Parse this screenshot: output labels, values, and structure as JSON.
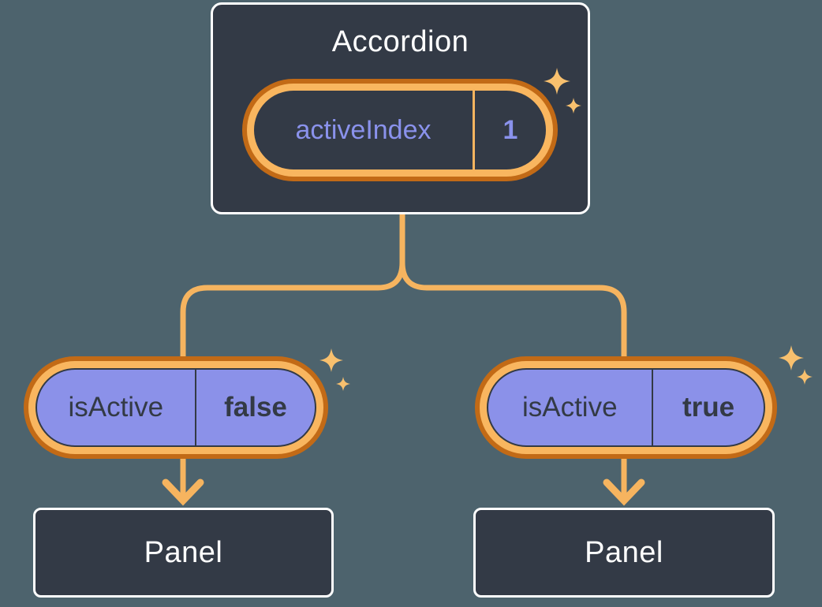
{
  "diagram": {
    "root": {
      "label": "Accordion",
      "prop": {
        "name": "activeIndex",
        "value": "1"
      }
    },
    "children": [
      {
        "prop": {
          "name": "isActive",
          "value": "false"
        },
        "child_label": "Panel"
      },
      {
        "prop": {
          "name": "isActive",
          "value": "true"
        },
        "child_label": "Panel"
      }
    ],
    "colors": {
      "page_bg": "#4D636D",
      "node_bg": "#333A46",
      "node_border": "#FFFFFF",
      "pill_ring_outer": "#C26A16",
      "pill_ring_inner": "#F9B65F",
      "pill_fill_purple": "#8B91E9",
      "connector": "#F6B45F",
      "sparkle": "#F8C06E",
      "text_light": "#FFFFFF",
      "text_purple": "#8A92EC",
      "text_dark": "#333A45"
    }
  }
}
